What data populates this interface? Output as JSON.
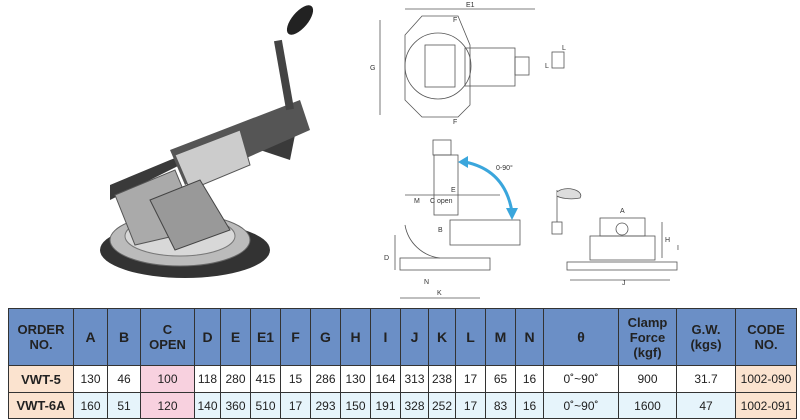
{
  "diagram_labels": {
    "E1": "E1",
    "F_top": "F",
    "F_bottom": "F",
    "G": "G",
    "L_h": "L",
    "L_v": "L",
    "angle": "0-90°",
    "E": "E",
    "M": "M",
    "C_open": "C open",
    "B": "B",
    "D": "D",
    "N": "N",
    "K": "K",
    "A": "A",
    "H": "H",
    "I": "I",
    "J": "J"
  },
  "table": {
    "headers": [
      "ORDER NO.",
      "A",
      "B",
      "C OPEN",
      "D",
      "E",
      "E1",
      "F",
      "G",
      "H",
      "I",
      "J",
      "K",
      "L",
      "M",
      "N",
      "θ",
      "Clamp Force (kgf)",
      "G.W. (kgs)",
      "CODE NO."
    ],
    "rows": [
      [
        "VWT-5",
        "130",
        "46",
        "100",
        "118",
        "280",
        "415",
        "15",
        "286",
        "130",
        "164",
        "313",
        "238",
        "17",
        "65",
        "16",
        "0˚~90˚",
        "900",
        "31.7",
        "1002-090"
      ],
      [
        "VWT-6A",
        "160",
        "51",
        "120",
        "140",
        "360",
        "510",
        "17",
        "293",
        "150",
        "191",
        "328",
        "252",
        "17",
        "83",
        "16",
        "0˚~90˚",
        "1600",
        "47",
        "1002-091"
      ]
    ]
  },
  "colors": {
    "header": "#6b8fc6",
    "name_cell": "#fbe3cf",
    "copen_cell": "#f8d1df",
    "row2": "#e6f4fb",
    "arrow": "#3aa6dc"
  }
}
